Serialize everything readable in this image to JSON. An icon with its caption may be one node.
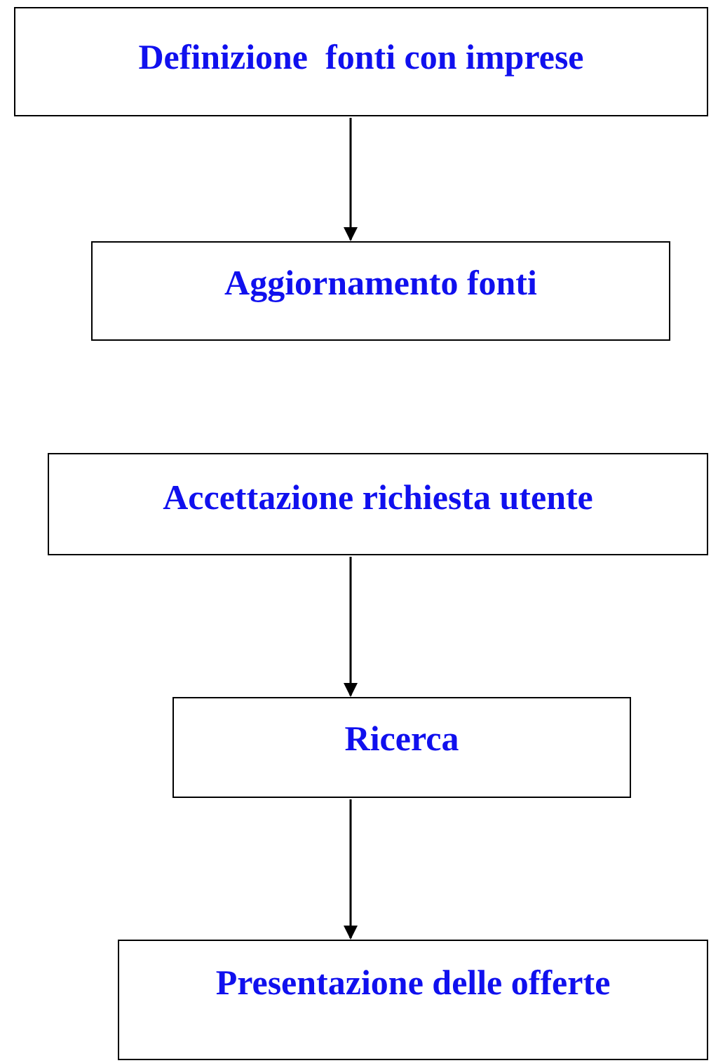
{
  "diagram": {
    "nodes": [
      {
        "text": [
          "Definizione  fonti con imprese"
        ]
      },
      {
        "text": [
          "Aggiornamento fonti"
        ]
      },
      {
        "text": [
          "Accettazione richiesta utente"
        ]
      },
      {
        "text": [
          "Ricerca"
        ]
      },
      {
        "text": [
          "Presentazione delle offerte"
        ]
      }
    ],
    "edges": [
      {
        "from": 0,
        "to": 1,
        "arrow": "to"
      },
      {
        "from": 2,
        "to": 3,
        "arrow": "to"
      },
      {
        "from": 3,
        "to": 4,
        "arrow": "to"
      }
    ]
  }
}
